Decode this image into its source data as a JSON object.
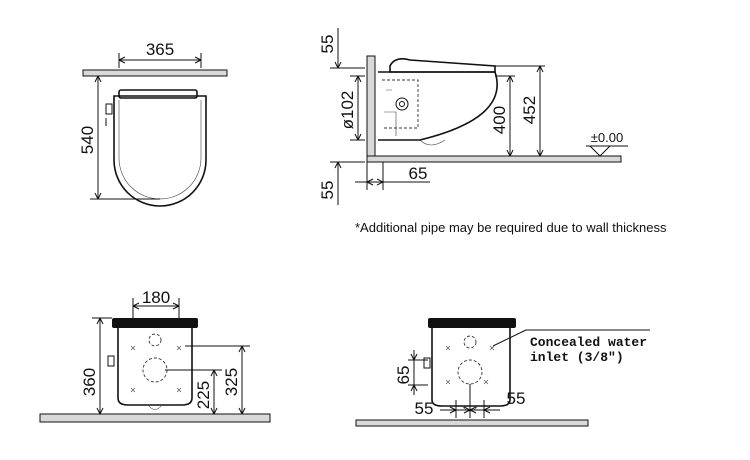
{
  "top_view": {
    "width_dim": "365",
    "depth_dim": "540"
  },
  "side_view": {
    "upper_gap_dim": "55",
    "lower_gap_dim": "55",
    "pipe_dim": "ø102",
    "inner_height_dim": "400",
    "total_height_dim": "452",
    "projection_dim": "65",
    "level_label": "±0.00"
  },
  "note_text": "*Additional pipe may be required due to wall thickness",
  "front_view_left": {
    "bolt_spacing_dim": "180",
    "height_dim": "360",
    "pipe_height_dim": "225",
    "bolt_height_dim": "325"
  },
  "front_view_right": {
    "callout_line1": "Concealed water",
    "callout_line2": "inlet (3/8\")",
    "inlet_height_dim": "65",
    "left_offset_dim": "55",
    "right_offset_dim": "55"
  }
}
